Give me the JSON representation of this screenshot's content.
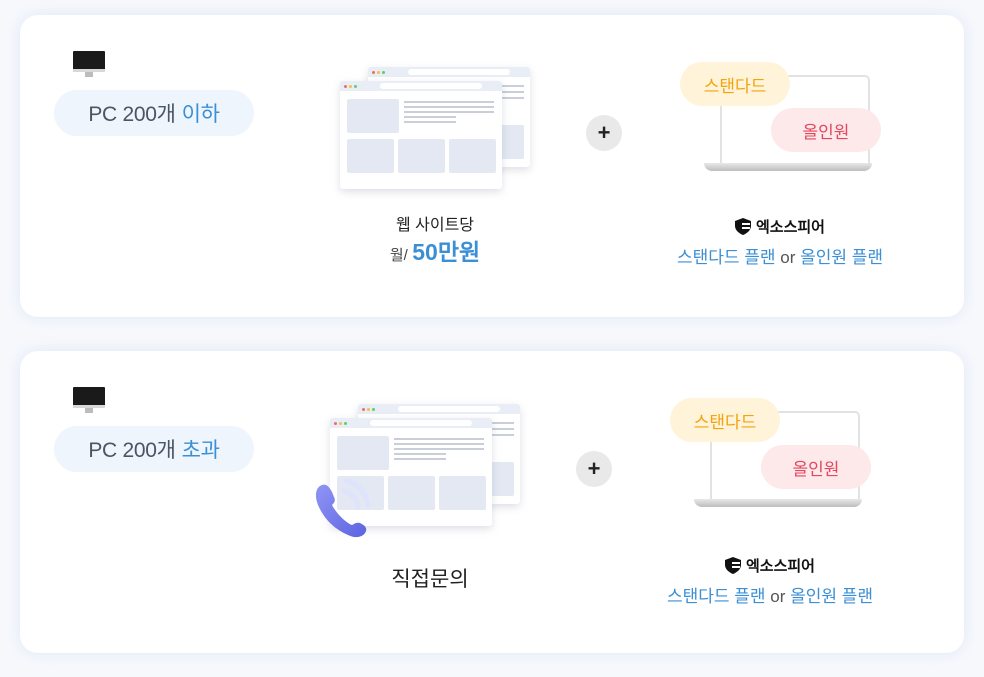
{
  "cards": [
    {
      "pc_label": "PC 200개",
      "pc_condition": "이하",
      "service_title": "웹 사이트당",
      "price_prefix": "월/",
      "price_value": "50만원",
      "plus": "+",
      "tag_standard": "스탠다드",
      "tag_allinone": "올인원",
      "brand_name": "엑소스피어",
      "plan_standard": "스탠다드 플랜",
      "plan_or": "or",
      "plan_allinone": "올인원 플랜"
    },
    {
      "pc_label": "PC 200개",
      "pc_condition": "초과",
      "contact_label": "직접문의",
      "plus": "+",
      "tag_standard": "스탠다드",
      "tag_allinone": "올인원",
      "brand_name": "엑소스피어",
      "plan_standard": "스탠다드 플랜",
      "plan_or": "or",
      "plan_allinone": "올인원 플랜"
    }
  ],
  "icons": {
    "pc": "desktop-monitor-icon",
    "brand": "shield-logo-icon",
    "phone": "phone-call-icon",
    "plus": "plus-icon"
  },
  "colors": {
    "accent_blue": "#3b8fd4",
    "standard_text": "#f2a40c",
    "standard_bg": "#fff4d9",
    "allinone_text": "#e2475f",
    "allinone_bg": "#fde8ea",
    "pill_bg": "#eef5fc"
  }
}
